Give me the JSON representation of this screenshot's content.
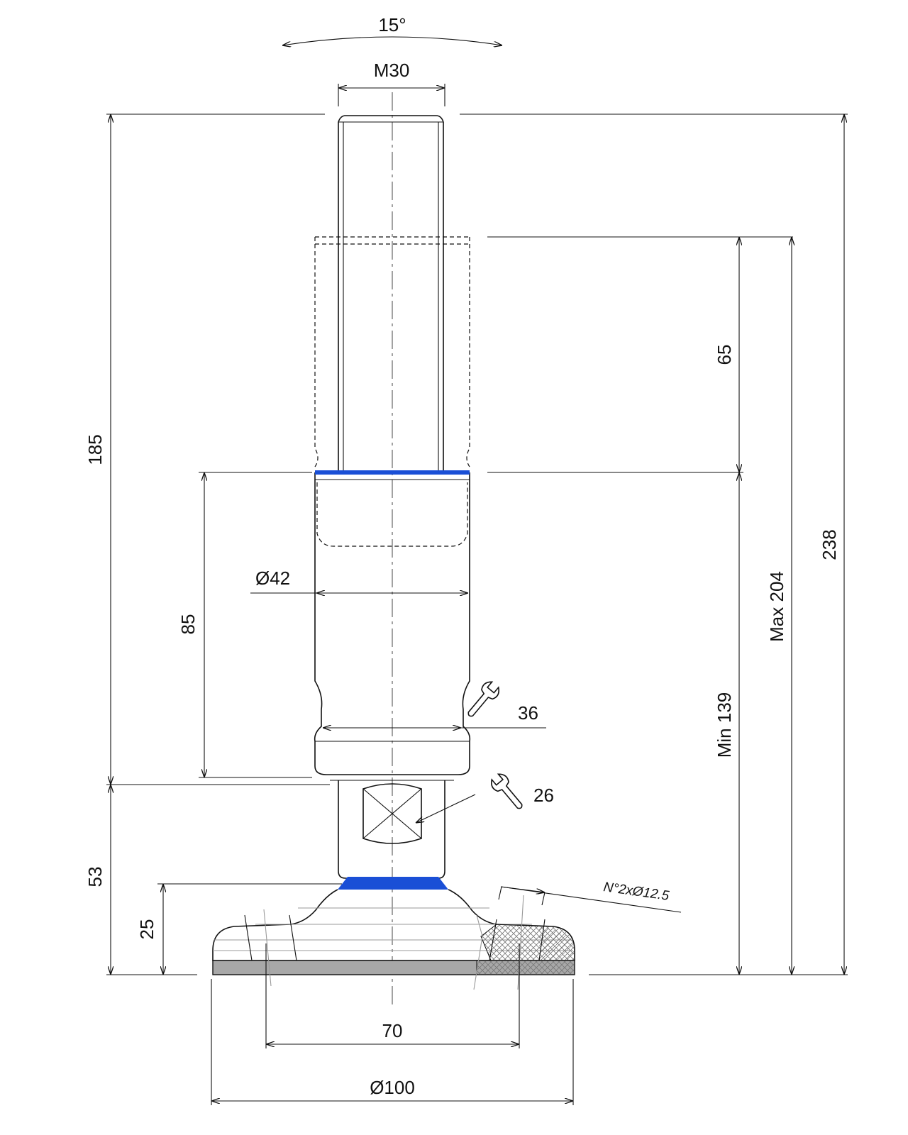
{
  "dimensions": {
    "angle": "15°",
    "thread": "M30",
    "total_height": "185",
    "max_height_outer": "238",
    "adjust_travel": "65",
    "max_height": "Max 204",
    "min_height": "Min 139",
    "body_height": "85",
    "body_diameter": "Ø42",
    "wrench_large": "36",
    "wrench_small": "26",
    "base_height": "53",
    "pad_height": "25",
    "hole_spacing": "70",
    "base_diameter": "Ø100",
    "hole_note": "N°2xØ12.5"
  },
  "colors": {
    "seal_blue": "#1a4fd6",
    "rubber_grey": "#a8a8a8"
  },
  "icons": [
    "wrench-icon",
    "wrench-icon"
  ]
}
